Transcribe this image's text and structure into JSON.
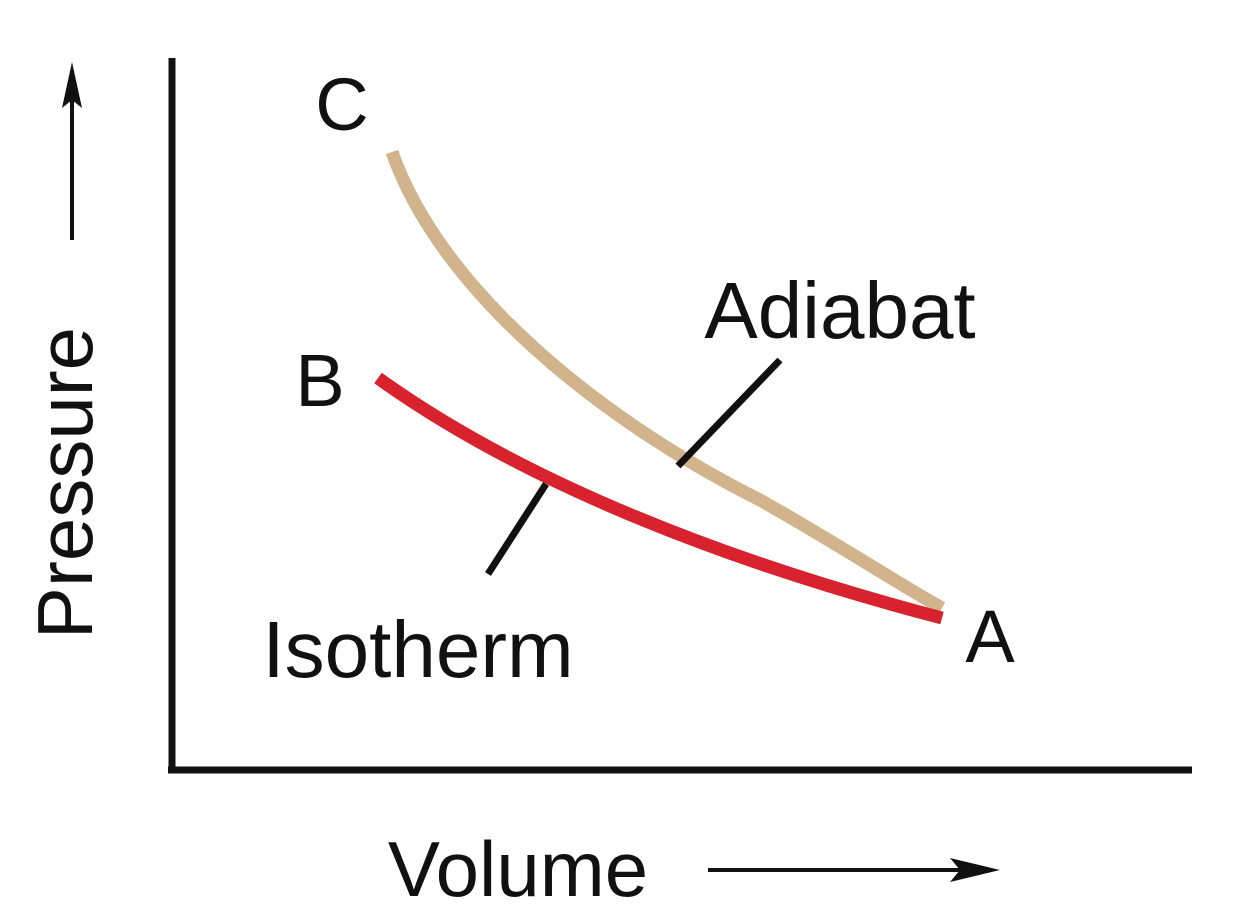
{
  "axes": {
    "x_label": "Volume",
    "y_label": "Pressure"
  },
  "points": {
    "a": "A",
    "b": "B",
    "c": "C"
  },
  "curves": {
    "adiabat": {
      "label": "Adiabat",
      "color": "#d2b48c"
    },
    "isotherm": {
      "label": "Isotherm",
      "color": "#d8232e"
    }
  },
  "colors": {
    "ink": "#111111",
    "background": "#ffffff"
  }
}
